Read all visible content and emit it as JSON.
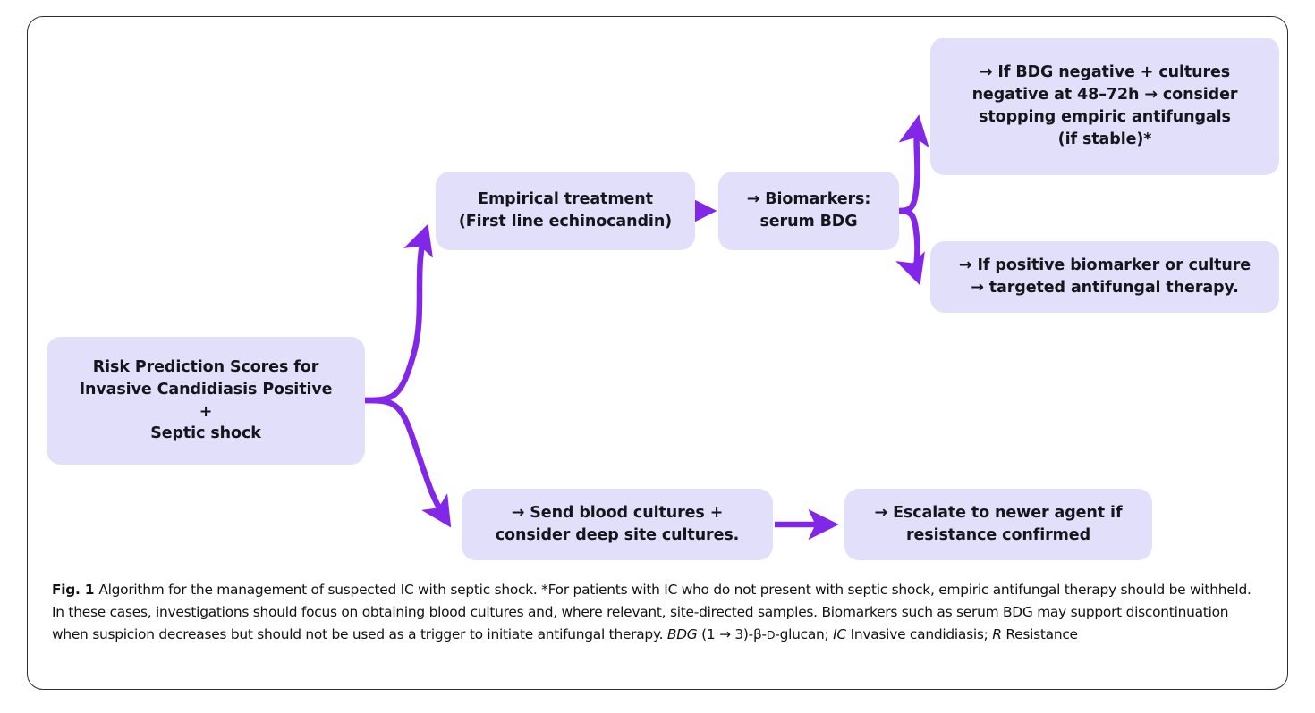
{
  "figure": {
    "label": "Fig. 1",
    "caption_part1": "Algorithm for the management of suspected IC with septic shock. *For patients with IC who do not present with septic shock, empiric antifungal therapy should be withheld. In these cases, investigations should focus on obtaining blood cultures and, where relevant, site-directed samples. Biomarkers such as serum BDG may support discontinuation when suspicion decreases but should not be used as a trigger to initiate antifungal therapy. ",
    "abbr1": "BDG",
    "abbr1_def_pre": " (1 → 3)-β-",
    "abbr1_def_smallcap": "D",
    "abbr1_def_post": "-glucan; ",
    "abbr2": "IC",
    "abbr2_def": " Invasive candidiasis; ",
    "abbr3": "R",
    "abbr3_def": " Resistance"
  },
  "colors": {
    "node_fill": "#e2dffb",
    "arrow": "#8226e8",
    "frame_border": "#2b2b2b",
    "text": "#15151a"
  },
  "nodes": {
    "risk": "Risk Prediction Scores for\nInvasive Candidiasis Positive\n+\nSeptic shock",
    "empirical": "Empirical treatment\n(First line echinocandin)",
    "biomarker": "→ Biomarkers:\nserum BDG",
    "bdg_negative": "→ If BDG negative + cultures\nnegative at 48–72h → consider\nstopping empiric antifungals\n(if stable)*",
    "positive_biomarker": "→ If positive biomarker or culture\n→ targeted antifungal therapy.",
    "send_cultures": "→ Send blood cultures +\nconsider deep site cultures.",
    "escalate": "→ Escalate to newer agent if\nresistance confirmed"
  },
  "connectors": [
    {
      "name": "risk-to-empirical",
      "from": "risk",
      "to": "empirical",
      "style": "curved-up"
    },
    {
      "name": "risk-to-send-cultures",
      "from": "risk",
      "to": "send_cultures",
      "style": "curved-down"
    },
    {
      "name": "empirical-to-biomarker",
      "from": "empirical",
      "to": "biomarker",
      "style": "straight"
    },
    {
      "name": "biomarker-to-bdg-negative",
      "from": "biomarker",
      "to": "bdg_negative",
      "style": "curved-up"
    },
    {
      "name": "biomarker-to-positive",
      "from": "biomarker",
      "to": "positive_biomarker",
      "style": "curved-down"
    },
    {
      "name": "send-cultures-to-escalate",
      "from": "send_cultures",
      "to": "escalate",
      "style": "straight"
    }
  ]
}
